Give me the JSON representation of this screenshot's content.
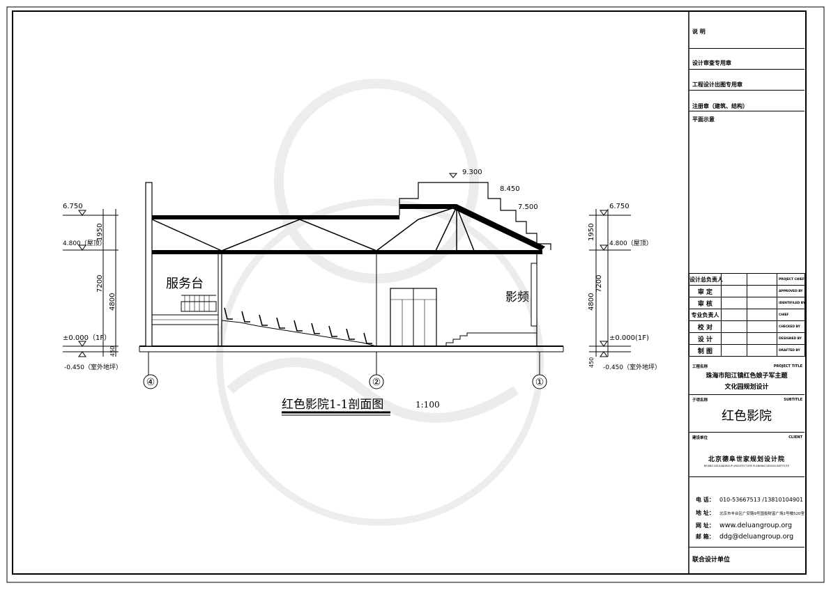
{
  "drawing": {
    "title": "红色影院1-1剖面图",
    "scale": "1:100",
    "rooms": {
      "service_desk": "服务台",
      "projection": "影频"
    },
    "axis_labels": [
      "④",
      "②",
      "①"
    ],
    "elevations": {
      "e9300": "9.300",
      "e8450": "8.450",
      "e7500": "7.500",
      "e6750_left": "6.750",
      "e4800_left": "4.800（屋顶）",
      "e0_left": "±0.000（1F）",
      "e450_left": "-0.450（室外地坪）",
      "e6750_right": "6.750",
      "e4800_right": "4.800（屋顶）",
      "e0_right": "±0.000(1F)",
      "e450_right": "-0.450（室外地坪）"
    },
    "dimensions": {
      "left_1950": "1950",
      "left_7200": "7200",
      "left_4800": "4800",
      "left_450": "450",
      "right_1950": "1950",
      "right_7200": "7200",
      "right_4800": "4800",
      "right_450": "450"
    }
  },
  "title_block": {
    "notes": "说 明",
    "review_seal": "设计审查专用章",
    "output_seal": "工程设计出图专用章",
    "registered_seal": "注册章（建筑、结构）",
    "site_plan": "平面示意",
    "roles": [
      {
        "cn": "设计总负责人",
        "en": "PROJECT CHIEF"
      },
      {
        "cn": "审 定",
        "en": "APPROVED BY"
      },
      {
        "cn": "审 核",
        "en": "IDENTIFILED BY"
      },
      {
        "cn": "专业负责人",
        "en": "CHIEF"
      },
      {
        "cn": "校 对",
        "en": "CHECKED BY"
      },
      {
        "cn": "设 计",
        "en": "DESIGNED BY"
      },
      {
        "cn": "制 图",
        "en": "DRAFTED BY"
      }
    ],
    "project_label_cn": "工程名称",
    "project_label_en": "PROJECT TITLE",
    "project_name_line1": "珠海市阳江镇红色娘子军主题",
    "project_name_line2": "文化园规划设计",
    "subtitle_label_cn": "子项名称",
    "subtitle_label_en": "SUBTITLE",
    "subtitle": "红色影院",
    "client_label_cn": "建设单位",
    "client_label_en": "CLIENT",
    "institute_cn": "北京德阜世家规划设计院",
    "institute_en": "BEIJING DELUANGROUP ARCHITECTURE PLANNING DESIGN INSTITUTE",
    "contacts": [
      {
        "k": "电 话：",
        "v": "010-53667513 /13810104901"
      },
      {
        "k": "地 址：",
        "v": "北京市丰台区广安路9号国投财富广场2号楼520室"
      },
      {
        "k": "网 址：",
        "v": "www.deluangroup.org"
      },
      {
        "k": "邮 箱：",
        "v": "ddg@deluangroup.org"
      }
    ],
    "joint_design": "联合设计单位"
  }
}
